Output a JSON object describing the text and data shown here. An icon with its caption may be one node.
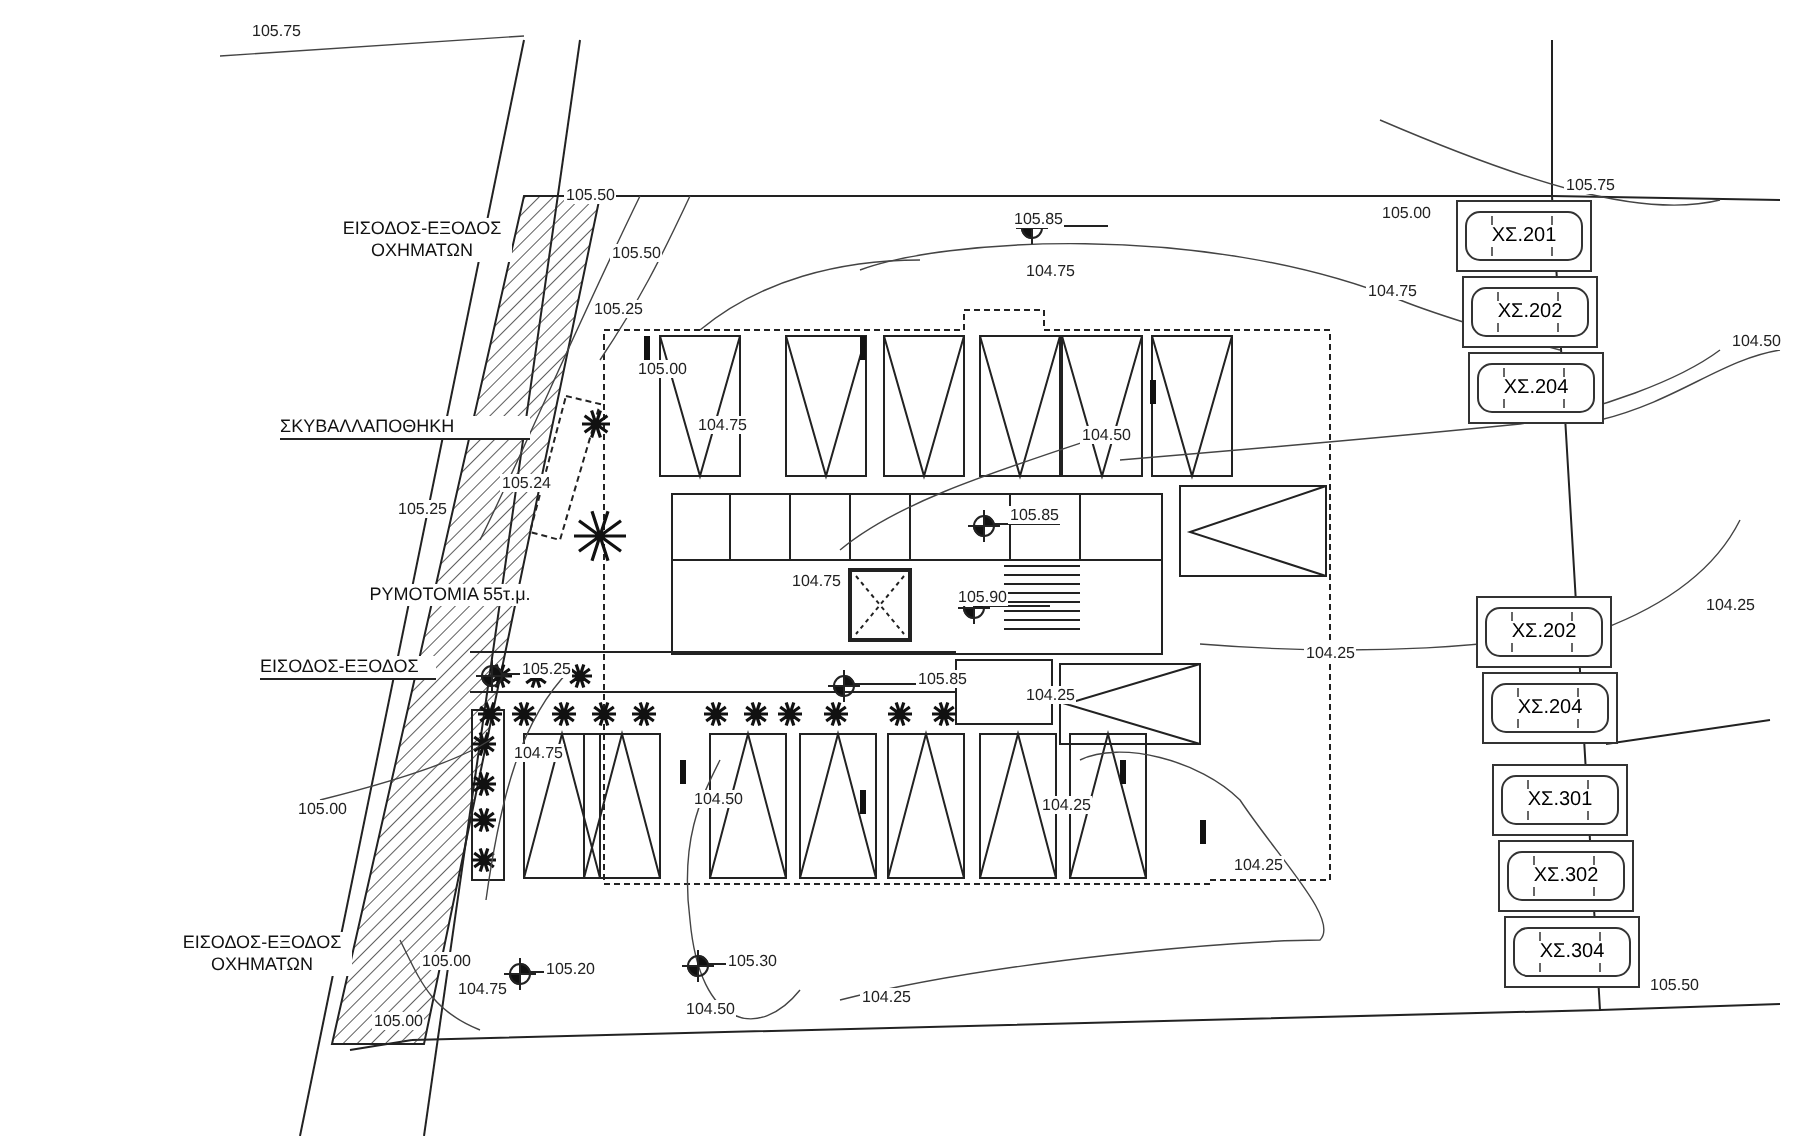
{
  "diagram": {
    "nodes": [
      {
        "text": [
          "ΧΣ.201"
        ]
      },
      {
        "text": [
          "ΧΣ.202"
        ]
      },
      {
        "text": [
          "ΧΣ.204"
        ]
      },
      {
        "text": [
          "ΧΣ.202"
        ]
      },
      {
        "text": [
          "ΧΣ.204"
        ]
      },
      {
        "text": [
          "ΧΣ.301"
        ]
      },
      {
        "text": [
          "ΧΣ.302"
        ]
      },
      {
        "text": [
          "ΧΣ.304"
        ]
      }
    ],
    "labels": [
      "105.75",
      "105.50",
      "105.85",
      "105.75",
      "105.00",
      "ΕΙΣΟΔΟΣ-ΕΞΟΔΟΣ ΟΧΗΜΑΤΩΝ",
      "105.50",
      "104.75",
      "104.75",
      "105.25",
      "104.50",
      "105.00",
      "104.75",
      "104.50",
      "ΣΚΥΒΑΛΛΑΠΟΘΗΚΗ",
      "105.24",
      "105.25",
      "105.85",
      "104.75",
      "ΡΥΜΟΤΟΜΙΑ 55τ.μ.",
      "105.90",
      "104.25",
      "104.25",
      "ΕΙΣΟΔΟΣ-ΕΞΟΔΟΣ",
      "105.25",
      "105.85",
      "104.25",
      "104.75",
      "104.50",
      "105.00",
      "104.25",
      "104.25",
      "ΕΙΣΟΔΟΣ-ΕΞΟΔΟΣ ΟΧΗΜΑΤΩΝ",
      "105.00",
      "105.30",
      "105.20",
      "104.75",
      "104.25",
      "104.50",
      "105.00",
      "105.50"
    ]
  }
}
